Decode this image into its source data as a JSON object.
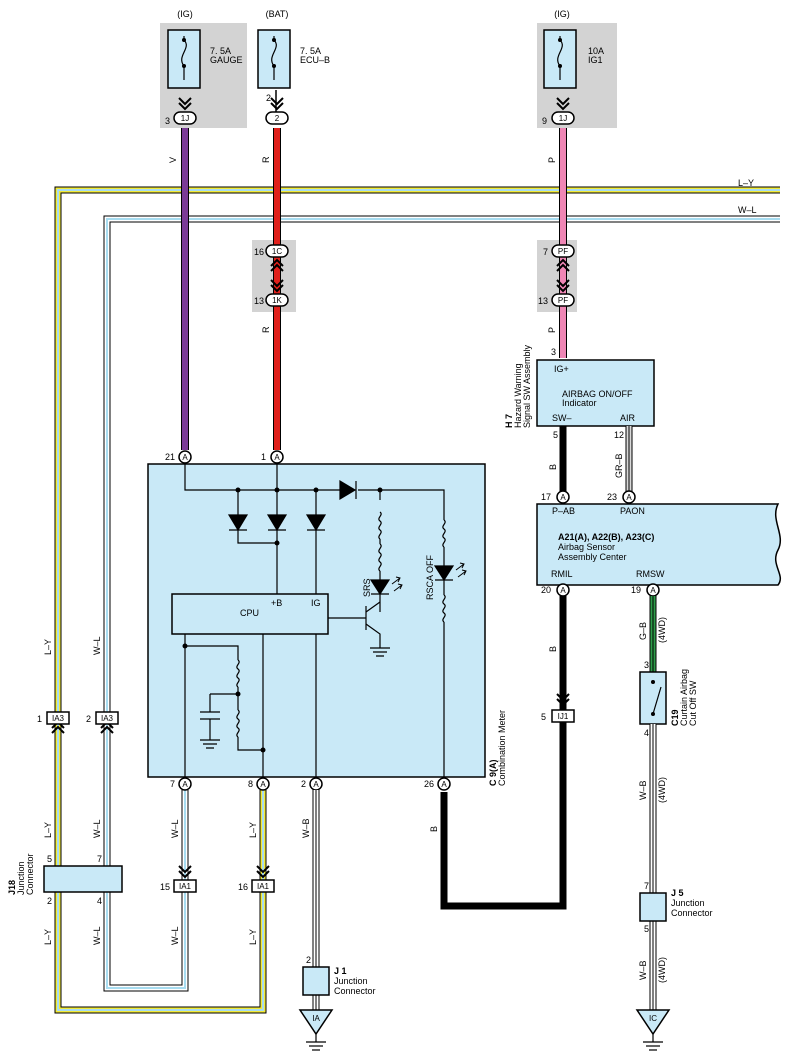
{
  "fuses": [
    {
      "source": "(IG)",
      "rating": "7. 5A",
      "name": "GAUGE",
      "pin": "3",
      "conn": "1J",
      "wire": "V"
    },
    {
      "source": "(BAT)",
      "rating": "7. 5A",
      "name": "ECU–B",
      "pin": "2",
      "conn": "2",
      "wire": "R"
    },
    {
      "source": "(IG)",
      "rating": "10A",
      "name": "IG1",
      "pin": "9",
      "conn": "1J",
      "wire": "P"
    }
  ],
  "bus_wires": {
    "top": "L–Y",
    "second": "W–L"
  },
  "inline_connectors": {
    "red_top": {
      "pin": "16",
      "conn": "1C"
    },
    "red_bottom": {
      "pin": "13",
      "conn": "1K",
      "wire": "R"
    },
    "pink_top": {
      "pin": "7",
      "conn": "PF"
    },
    "pink_bottom": {
      "pin": "13",
      "conn": "PF",
      "wire": "P"
    }
  },
  "hazard_sw": {
    "id": "H 7",
    "name_line1": "Hazard Warning",
    "name_line2": "Signal SW Assembly",
    "pin_ig": "3",
    "ig_label": "IG+",
    "indicator_line1": "AIRBAG ON/OFF",
    "indicator_line2": "Indicator",
    "sw_label": "SW–",
    "air_label": "AIR",
    "pin_sw": "5",
    "pin_air": "12",
    "wire_sw": "B",
    "wire_air": "GR–B"
  },
  "airbag_ecu": {
    "label_line1": "A21(A), A22(B), A23(C)",
    "label_line2": "Airbag Sensor",
    "label_line3": "Assembly Center",
    "pab_pin": "17",
    "pab_conn": "A",
    "pab_label": "P–AB",
    "paon_pin": "23",
    "paon_conn": "A",
    "paon_label": "PAON",
    "rmil_pin": "20",
    "rmil_conn": "A",
    "rmil_label": "RMIL",
    "rmsw_pin": "19",
    "rmsw_conn": "A",
    "rmsw_label": "RMSW"
  },
  "meter": {
    "id": "C 9(A)",
    "name": "Combination Meter",
    "top_pins": [
      {
        "pin": "21",
        "conn": "A"
      },
      {
        "pin": "1",
        "conn": "A"
      }
    ],
    "bottom_pins": [
      {
        "pin": "7",
        "conn": "A"
      },
      {
        "pin": "8",
        "conn": "A"
      },
      {
        "pin": "2",
        "conn": "A"
      },
      {
        "pin": "26",
        "conn": "A"
      }
    ],
    "cpu_label": "CPU",
    "plus_b": "+B",
    "ig": "IG",
    "srs": "SRS",
    "rsca_off": "RSCA OFF"
  },
  "wire_labels": {
    "ly": "L–Y",
    "wl": "W–L",
    "wb": "W–B",
    "b": "B",
    "gb": "G–B",
    "fourwd": "(4WD)"
  },
  "ia3": [
    {
      "pin": "1",
      "conn": "IA3"
    },
    {
      "pin": "2",
      "conn": "IA3"
    }
  ],
  "ia1": [
    {
      "pin": "15",
      "conn": "IA1"
    },
    {
      "pin": "16",
      "conn": "IA1"
    }
  ],
  "ij1": {
    "pin": "5",
    "conn": "IJ1"
  },
  "j18": {
    "id": "J18",
    "name_line1": "Junction",
    "name_line2": "Connector",
    "pin5": "5",
    "pin7": "7",
    "pin2": "2",
    "pin4": "4"
  },
  "j1": {
    "id": "J 1",
    "name_line1": "Junction",
    "name_line2": "Connector",
    "pin": "2",
    "ground": "IA"
  },
  "c19": {
    "id": "C19",
    "name_line1": "Curtain Airbag",
    "name_line2": "Cut Off SW",
    "pin_top": "3",
    "pin_bottom": "4"
  },
  "j5": {
    "id": "J 5",
    "name_line1": "Junction",
    "name_line2": "Connector",
    "pin_top": "7",
    "pin_bottom": "5",
    "ground": "IC"
  },
  "colors": {
    "violet": "#7b3b97",
    "red": "#e0201b",
    "pink": "#ef86b5",
    "yellow": "#f2ea3a",
    "lightblue": "#a7dcf0",
    "box": "#c9e9f7",
    "fusebg": "#d3d3d3",
    "green": "#2e9c4a"
  }
}
